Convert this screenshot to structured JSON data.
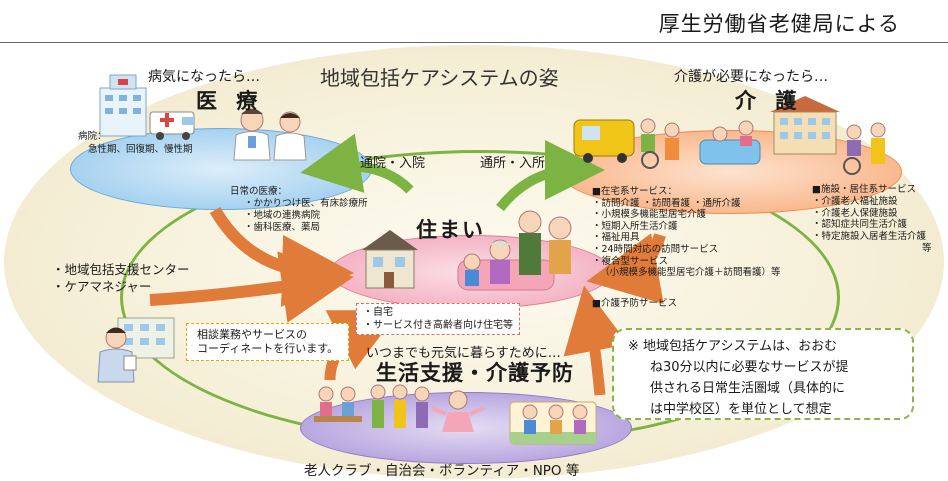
{
  "header": {
    "source": "厚生労働省老健局による"
  },
  "title": "地域包括ケアシステムの姿",
  "medical": {
    "trigger": "病気になったら…",
    "heading": "医 療",
    "hospital_lines": [
      "病院：",
      "急性期、回復期、慢性期"
    ],
    "daily_title": "日常の医療：",
    "daily_items": [
      "・かかりつけ医、有床診療所",
      "・地域の連携病院",
      "・歯科医療、薬局"
    ]
  },
  "care": {
    "trigger": "介護が必要になったら…",
    "heading": "介 護",
    "home_services_title": "■在宅系サービス：",
    "home_services": [
      "・訪問介護 ・訪問看護 ・通所介護",
      "・小規模多機能型居宅介護",
      "・短期入所生活介護",
      "・福祉用具",
      "・24時間対応の訪問サービス",
      "・複合型サービス",
      "（小規模多機能型居宅介護＋訪問看護）等"
    ],
    "facility_title": "■施設・居住系サービス",
    "facility_items": [
      "・介護老人福祉施設",
      "・介護老人保健施設",
      "・認知症共同生活介護",
      "・特定施設入居者生活介護"
    ],
    "facility_suffix": "等",
    "prevention_service": "■介護予防サービス"
  },
  "flows": {
    "commute_hospital": "通院・入院",
    "commute_facility": "通所・入所"
  },
  "home": {
    "heading": "住まい",
    "items": [
      "・自宅",
      "・サービス付き高齢者向け住宅等"
    ]
  },
  "center": {
    "items": [
      "・地域包括支援センター",
      "・ケアマネジャー"
    ]
  },
  "coordinate": {
    "lines": [
      "相談業務やサービスの",
      "コーディネートを行います。"
    ]
  },
  "note": {
    "lines": [
      "※ 地域包括ケアシステムは、おおむ",
      "ね30分以内に必要なサービスが提",
      "供される日常生活圏域（具体的に",
      "は中学校区）を単位として想定"
    ]
  },
  "prevention": {
    "sub": "いつまでも元気に暮らすために…",
    "heading": "生活支援・介護予防"
  },
  "community": {
    "footer": "老人クラブ・自治会・ボランティア・NPO 等"
  },
  "icons": [
    "hospital-building-icon",
    "ambulance-icon",
    "doctor-icon",
    "nurse-icon",
    "care-vehicle-icon",
    "wheelchair-icon",
    "bathing-care-icon",
    "care-facility-icon",
    "house-icon",
    "family-icon",
    "care-manager-icon",
    "center-building-icon",
    "elderly-group-icon",
    "exercise-icon",
    "gardening-icon"
  ],
  "colors": {
    "medical": "#a7d2f0",
    "care": "#f9b98f",
    "home": "#f4b4c4",
    "support": "#b9a8e0",
    "loop": "#7cb342",
    "arrow": "#e07b39"
  }
}
